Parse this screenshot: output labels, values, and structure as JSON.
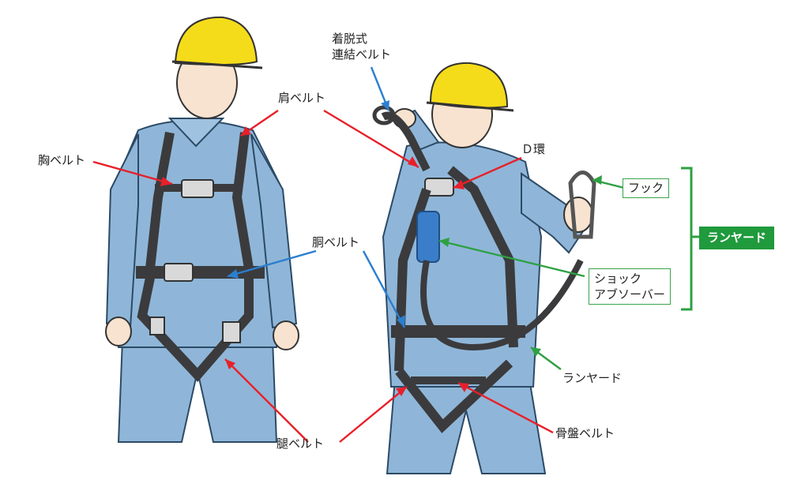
{
  "labels": {
    "chest_belt": "胸ベルト",
    "shoulder_belt": "肩ベルト",
    "waist_belt": "胴ベルト",
    "leg_belt": "腿ベルト",
    "detachable_line1": "着脱式",
    "detachable_line2": "連結ベルト",
    "d_ring": "Ｄ環",
    "hook": "フック",
    "shock_line1": "ショック",
    "shock_line2": "アブソーバー",
    "lanyard_tag": "ランヤード",
    "lanyard": "ランヤード",
    "pelvic_belt": "骨盤ベルト"
  },
  "colors": {
    "red_pointer": "#e8202a",
    "blue_pointer": "#2b7fcf",
    "green_pointer": "#2ea043",
    "lanyard_tag_bg": "#1f9a3c",
    "suit_fill": "#8fb6d8",
    "helmet_fill": "#f5dc1a",
    "belt_fill": "#3b3b3d",
    "skin_fill": "#f7e3d0"
  }
}
